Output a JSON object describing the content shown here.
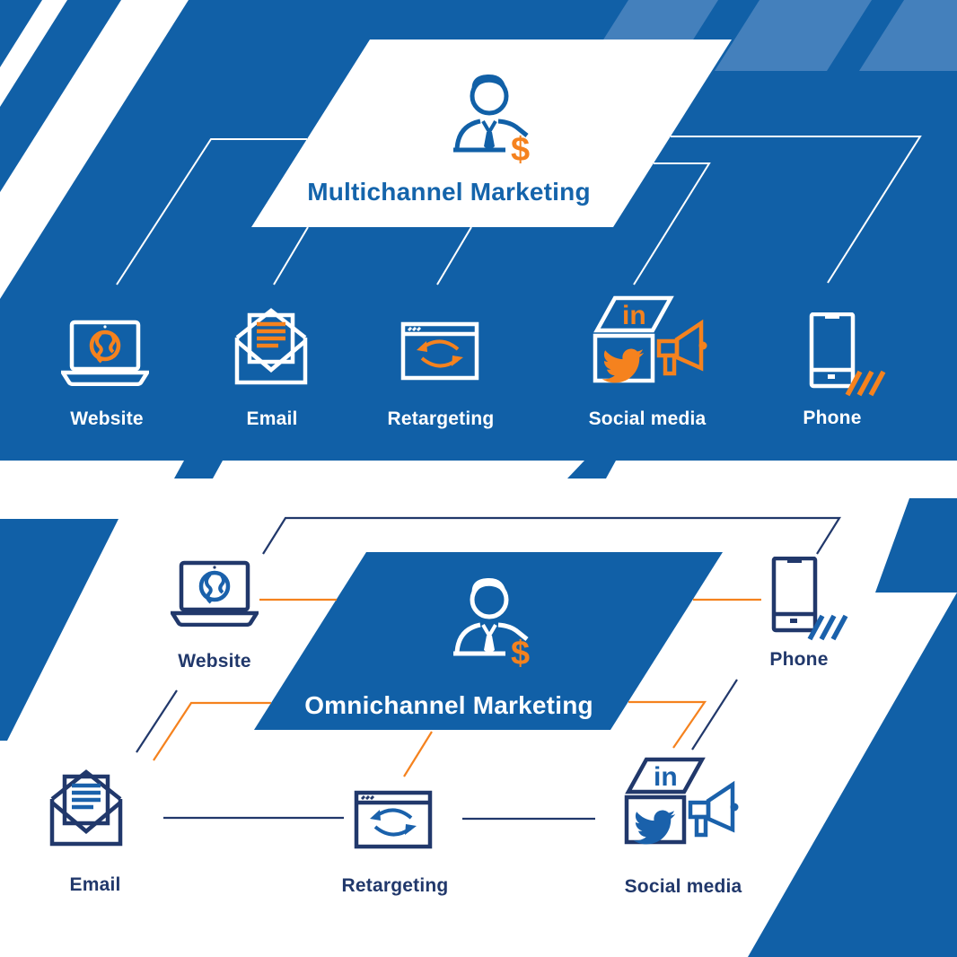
{
  "top_section": {
    "title": "Multichannel Marketing",
    "channels": [
      {
        "label": "Website",
        "icon": "laptop-globe-icon"
      },
      {
        "label": "Email",
        "icon": "open-envelope-icon"
      },
      {
        "label": "Retargeting",
        "icon": "browser-refresh-icon"
      },
      {
        "label": "Social media",
        "icon": "linkedin-twitter-megaphone-icon"
      },
      {
        "label": "Phone",
        "icon": "smartphone-icon"
      }
    ]
  },
  "bottom_section": {
    "title": "Omnichannel Marketing",
    "channels": [
      {
        "label": "Website",
        "icon": "laptop-globe-icon"
      },
      {
        "label": "Phone",
        "icon": "smartphone-icon"
      },
      {
        "label": "Email",
        "icon": "open-envelope-icon"
      },
      {
        "label": "Retargeting",
        "icon": "browser-refresh-icon"
      },
      {
        "label": "Social media",
        "icon": "linkedin-twitter-megaphone-icon"
      }
    ]
  },
  "person": {
    "icon": "businessman-icon",
    "currency": "$"
  },
  "social": {
    "linkedin_text": "in"
  },
  "colors": {
    "primary_blue": "#1160a7",
    "light_blue": "#4480bc",
    "navy": "#21386b",
    "accent_blue": "#1a61ab",
    "orange": "#f5821e",
    "white": "#ffffff",
    "title_blue": "#1464ab"
  }
}
